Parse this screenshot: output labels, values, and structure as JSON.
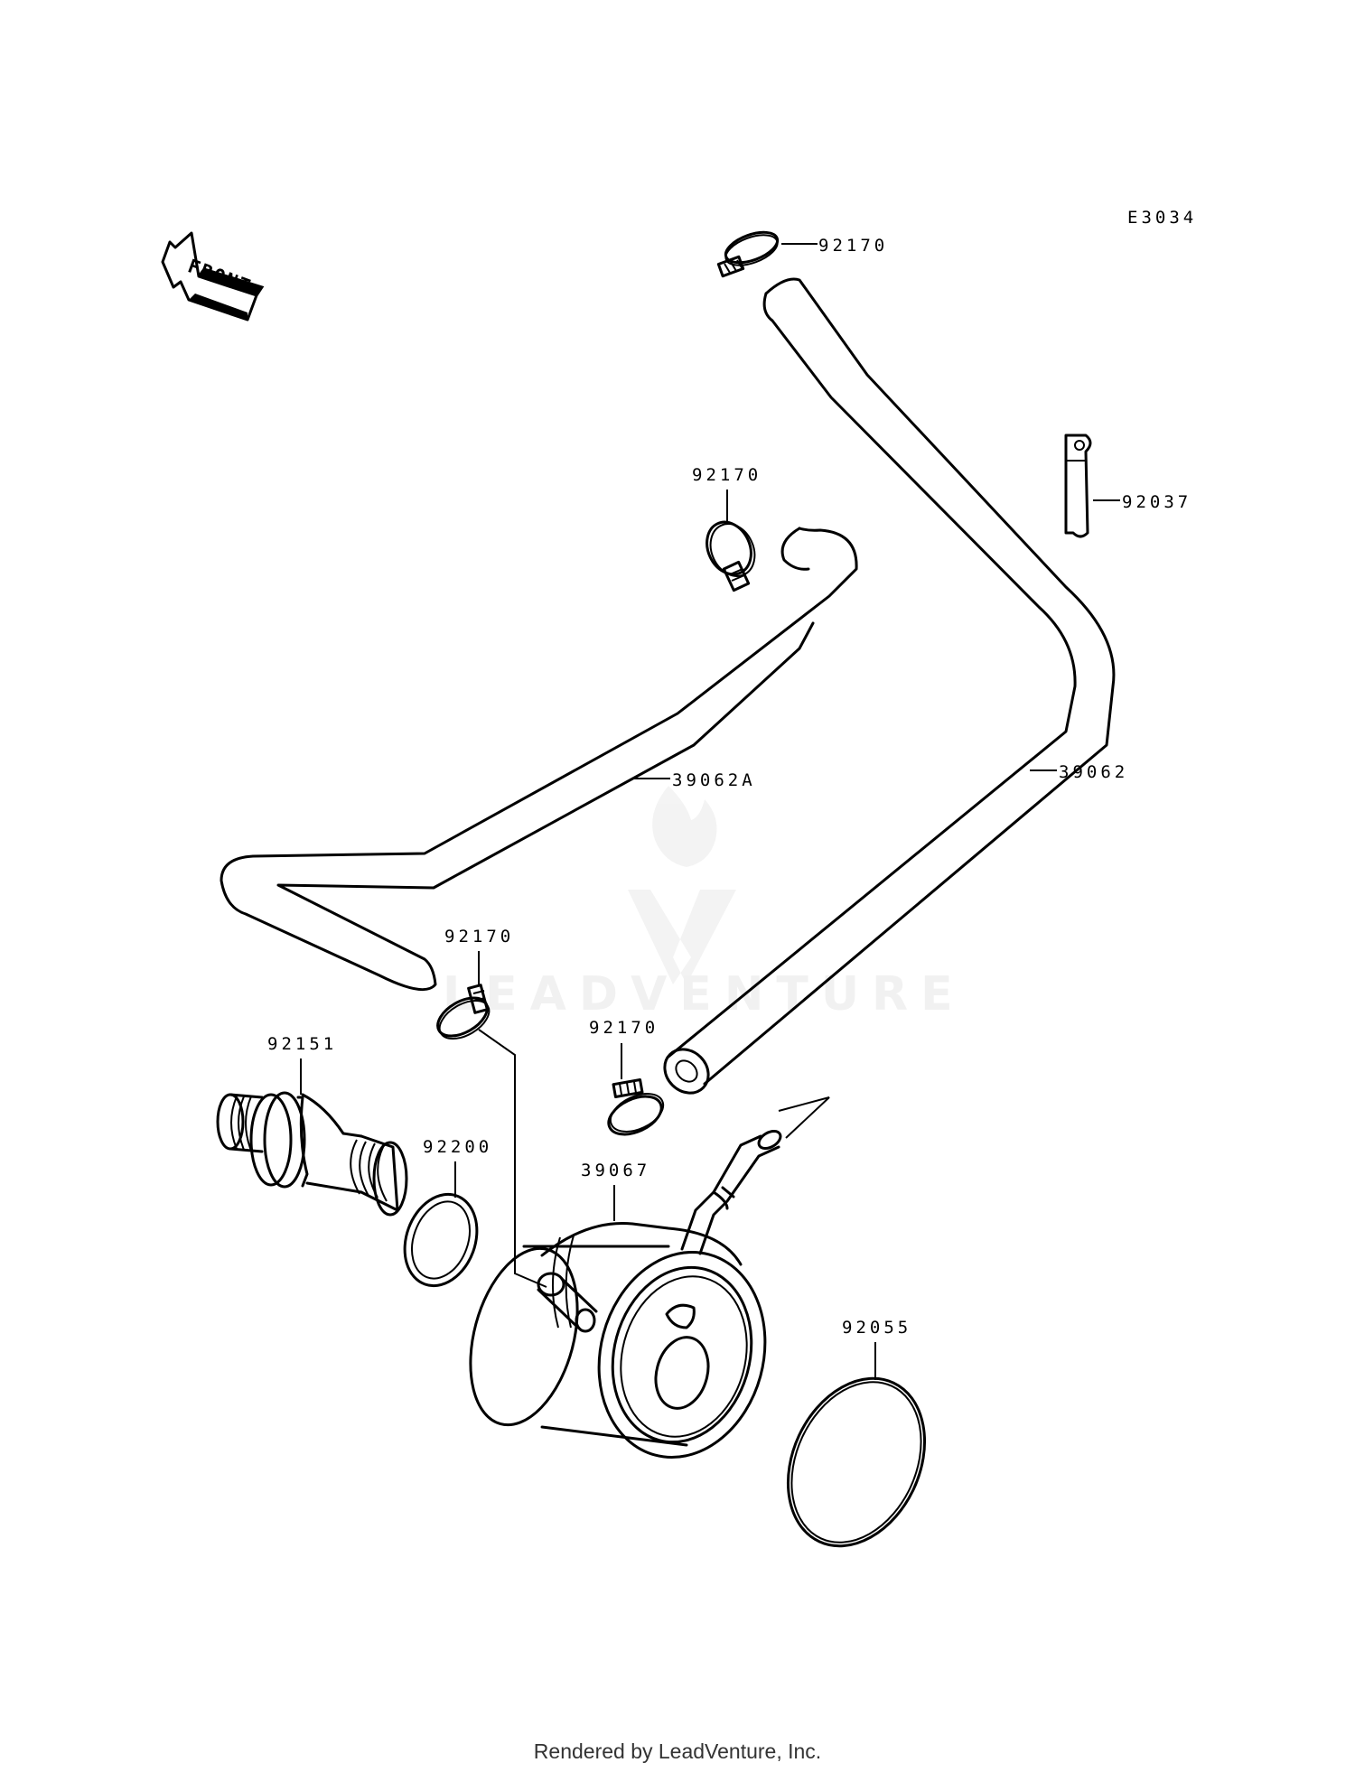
{
  "diagram": {
    "code": "E3034",
    "front_label": "FRONT",
    "watermark": "LEADVENTURE",
    "parts": {
      "clamp_top": "92170",
      "clamp_upper": "92170",
      "clamp_mid": "92170",
      "clamp_lower": "92170",
      "band": "92037",
      "hose_a": "39062A",
      "hose_b": "39062",
      "bolt": "92151",
      "oring_small": "92200",
      "cooler": "39067",
      "oring_large": "92055"
    }
  },
  "footer": "Rendered by LeadVenture, Inc."
}
